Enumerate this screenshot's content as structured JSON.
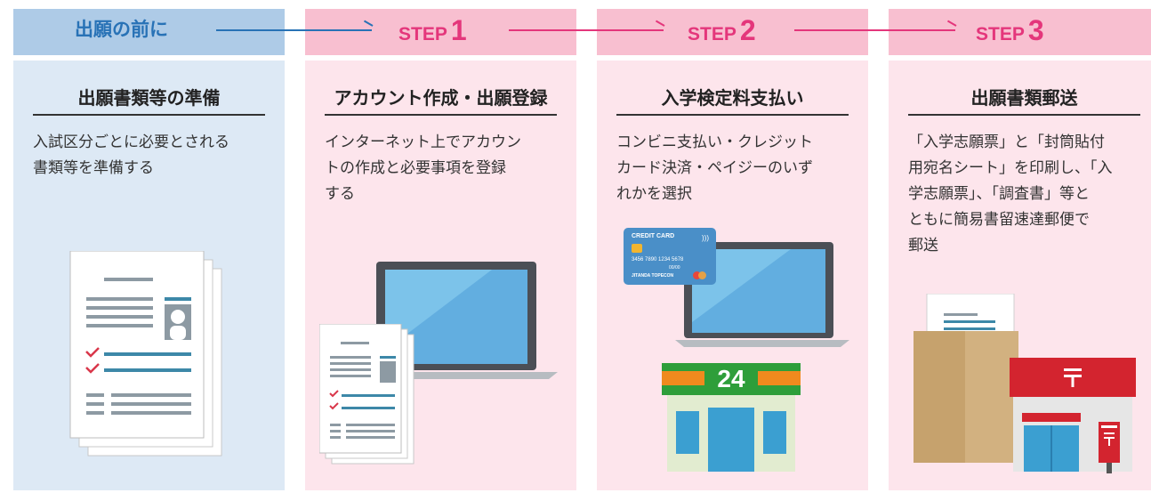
{
  "before": {
    "label": "出願の前に",
    "title": "出願書類等の準備",
    "desc": [
      "入試区分ごとに必要とされる",
      "書類等を準備する"
    ]
  },
  "steps": [
    {
      "word": "STEP",
      "number": "1",
      "title": "アカウント作成・出願登録",
      "desc": [
        "インターネット上でアカウン",
        "トの作成と必要事項を登録",
        "する"
      ]
    },
    {
      "word": "STEP",
      "number": "2",
      "title": "入学検定料支払い",
      "desc": [
        "コンビニ支払い・クレジット",
        "カード決済・ペイジーのいず",
        "れかを選択"
      ]
    },
    {
      "word": "STEP",
      "number": "3",
      "title": "出願書類郵送",
      "desc": [
        "「入学志願票」と「封筒貼付",
        "用宛名シート」を印刷し、「入",
        "学志願票」、「調査書」等と",
        "ともに簡易書留速達郵便で",
        "郵送"
      ]
    }
  ],
  "credit_card": {
    "label": "CREDIT CARD",
    "number": "3456 7890 1234 5678",
    "expiry": "00/00",
    "holder": "JITANDA TOPECON"
  },
  "store_sign": "24",
  "colors": {
    "accent_pink": "#e4367b",
    "accent_blue": "#2872b6",
    "store_green": "#2e9e3a",
    "post_red": "#d3242f"
  }
}
